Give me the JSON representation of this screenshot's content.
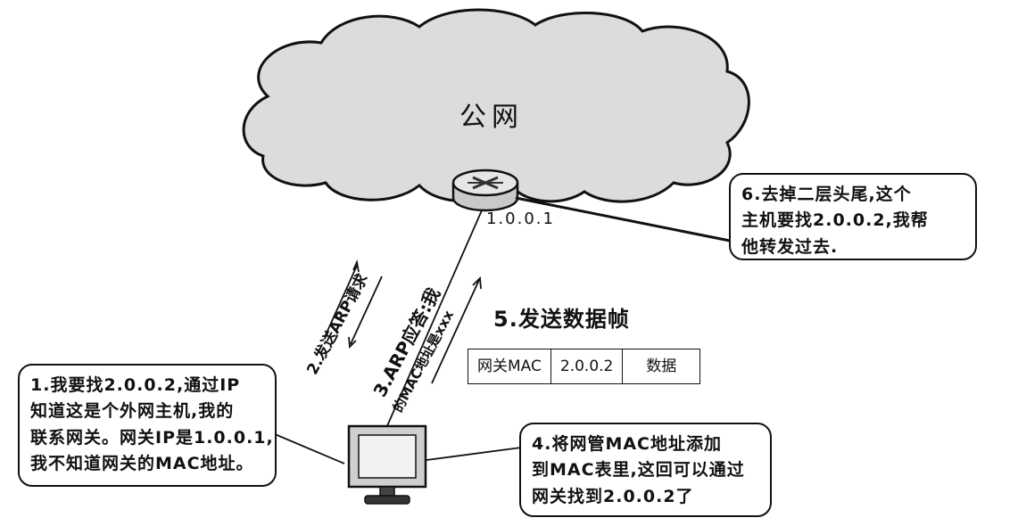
{
  "cloud": {
    "label": "公网"
  },
  "router": {
    "ip": "1.0.0.1"
  },
  "steps": {
    "step1": {
      "lines": [
        "1.我要找2.0.0.2,通过IP",
        "知道这是个外网主机,我的",
        "联系网关。网关IP是1.0.0.1,",
        "我不知道网关的MAC地址。"
      ]
    },
    "step2": {
      "label": "2.发送ARP请求"
    },
    "step3": {
      "line1": "3.ARP应答:我",
      "line2": "的MAC地址是xxx"
    },
    "step4": {
      "lines": [
        "4.将网管MAC地址添加",
        "到MAC表里,这回可以通过",
        "网关找到2.0.0.2了"
      ]
    },
    "step5": {
      "label": "5.发送数据帧"
    },
    "step6": {
      "lines": [
        "6.去掉二层头尾,这个",
        "主机要找2.0.0.2,我帮",
        "他转发过去."
      ]
    }
  },
  "frame": {
    "cells": [
      "网关MAC",
      "2.0.0.2",
      "数据"
    ]
  }
}
